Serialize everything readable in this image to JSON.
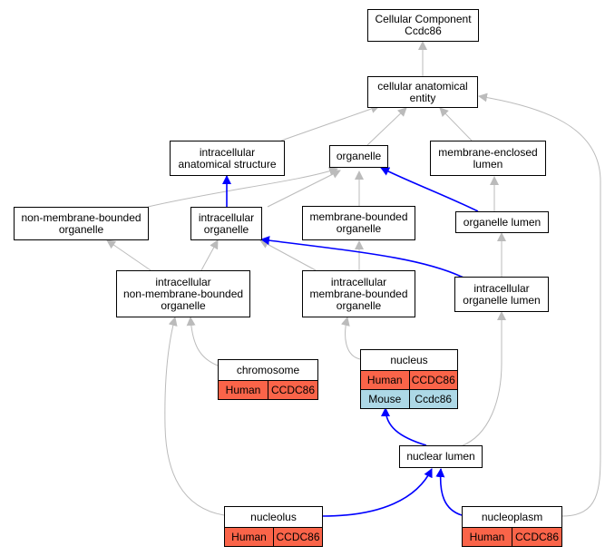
{
  "nodes": {
    "cellular_component": {
      "line1": "Cellular Component",
      "line2": "Ccdc86"
    },
    "cellular_anatomical_entity": {
      "line1": "cellular anatomical",
      "line2": "entity"
    },
    "intracellular_anatomical_structure": {
      "line1": "intracellular",
      "line2": "anatomical structure"
    },
    "organelle": {
      "line1": "organelle"
    },
    "membrane_enclosed_lumen": {
      "line1": "membrane-enclosed",
      "line2": "lumen"
    },
    "non_membrane_bounded_organelle": {
      "line1": "non-membrane-bounded",
      "line2": "organelle"
    },
    "intracellular_organelle": {
      "line1": "intracellular",
      "line2": "organelle"
    },
    "membrane_bounded_organelle": {
      "line1": "membrane-bounded",
      "line2": "organelle"
    },
    "organelle_lumen": {
      "line1": "organelle lumen"
    },
    "intracellular_non_membrane_bounded_organelle": {
      "line1": "intracellular",
      "line2": "non-membrane-bounded",
      "line3": "organelle"
    },
    "intracellular_membrane_bounded_organelle": {
      "line1": "intracellular",
      "line2": "membrane-bounded",
      "line3": "organelle"
    },
    "intracellular_organelle_lumen": {
      "line1": "intracellular",
      "line2": "organelle lumen"
    },
    "nuclear_lumen": {
      "line1": "nuclear lumen"
    }
  },
  "gene_nodes": {
    "chromosome": {
      "title": "chromosome",
      "rows": [
        {
          "species": "Human",
          "gene": "CCDC86"
        }
      ]
    },
    "nucleus": {
      "title": "nucleus",
      "rows": [
        {
          "species": "Human",
          "gene": "CCDC86"
        },
        {
          "species": "Mouse",
          "gene": "Ccdc86"
        }
      ]
    },
    "nucleolus": {
      "title": "nucleolus",
      "rows": [
        {
          "species": "Human",
          "gene": "CCDC86"
        }
      ]
    },
    "nucleoplasm": {
      "title": "nucleoplasm",
      "rows": [
        {
          "species": "Human",
          "gene": "CCDC86"
        }
      ]
    }
  },
  "colors": {
    "edge_is_a": "#bbbbbb",
    "edge_part_of": "#0000ff",
    "human_fill": "#fa6449",
    "mouse_fill": "#add8e6"
  }
}
